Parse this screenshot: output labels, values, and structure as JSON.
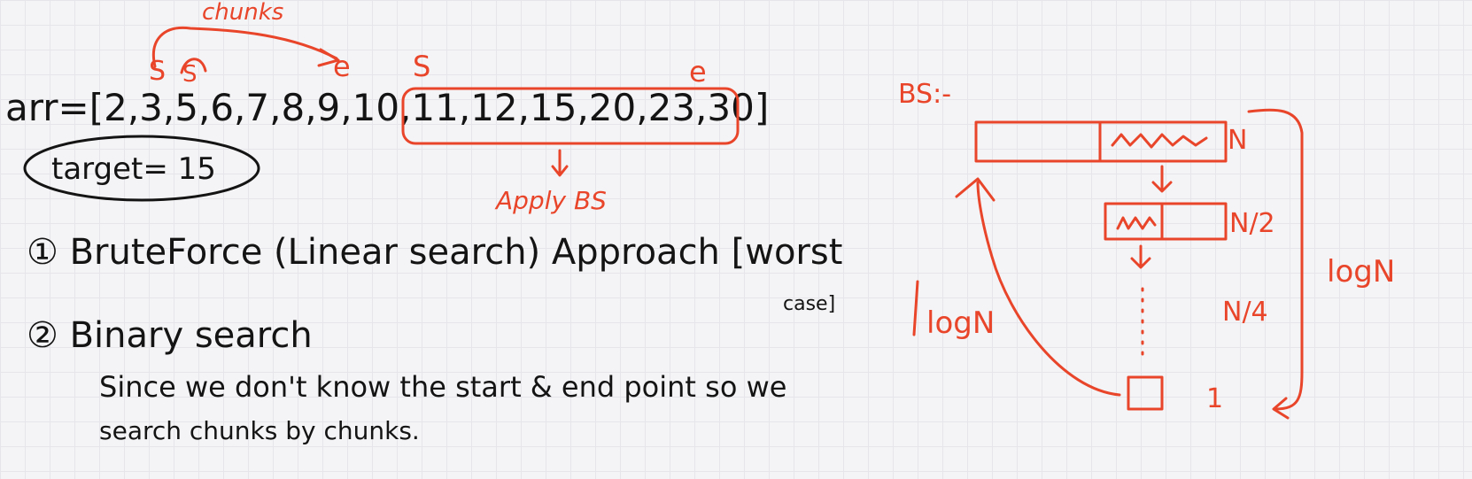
{
  "notes": {
    "chunks_label": "chunks",
    "start_marker_1": "S",
    "start_marker_2": "S",
    "end_marker_1": "e",
    "start_marker_3": "S",
    "end_marker_2": "e",
    "array_line": "arr=[2,3,5,6,7,8,9,10,11,12,15,20,23,30]",
    "target": "target= 15",
    "apply_bs": "Apply BS",
    "approach_1": "① BruteForce (Linear search) Approach [worst",
    "approach_1_tail": "case]",
    "approach_2": "② Binary search",
    "explain_line_1": "Since we don't know the start & end point so we",
    "explain_line_2": "search chunks by chunks."
  },
  "diagram": {
    "title": "BS:-",
    "label_n": "N",
    "label_n2": "N/2",
    "label_n4": "N/4",
    "label_1": "1",
    "label_logn_right": "logN",
    "label_logn_left": "logN",
    "colors": {
      "ink": "#141414",
      "accent": "#e8452a",
      "grid": "#e6e6ea",
      "paper": "#f4f4f6"
    }
  }
}
